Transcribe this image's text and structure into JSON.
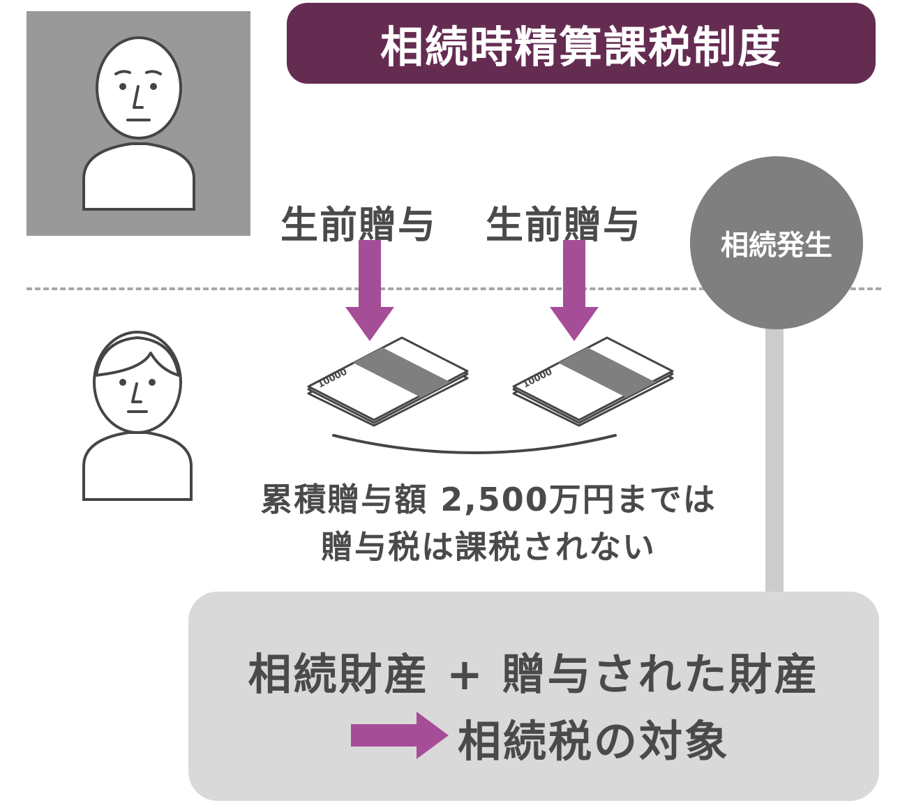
{
  "title": "相続時精算課税制度",
  "gifts": [
    {
      "label": "生前贈与",
      "bill_text": "10000"
    },
    {
      "label": "生前贈与",
      "bill_text": "10000"
    }
  ],
  "event": {
    "label": "相続発生"
  },
  "note": {
    "line1": "累積贈与額 2,500万円までは",
    "line2": "贈与税は課税されない"
  },
  "result": {
    "line1": "相続財産 + 贈与された財産",
    "line2": "相続税の対象"
  },
  "colors": {
    "title_bg": "#652c52",
    "accent_arrow": "#a64d98",
    "parent_bg": "#999999",
    "event_circle": "#7f7f7f",
    "result_box": "#d9d9d9",
    "line_gray": "#cccccc",
    "text": "#4a4a4a",
    "figure_stroke": "#454545"
  },
  "icons": {
    "parent": "person-icon",
    "child": "person-icon",
    "money": "banknote-stack-icon",
    "arrow_down": "arrow-down-icon",
    "arrow_right": "arrow-right-icon"
  }
}
